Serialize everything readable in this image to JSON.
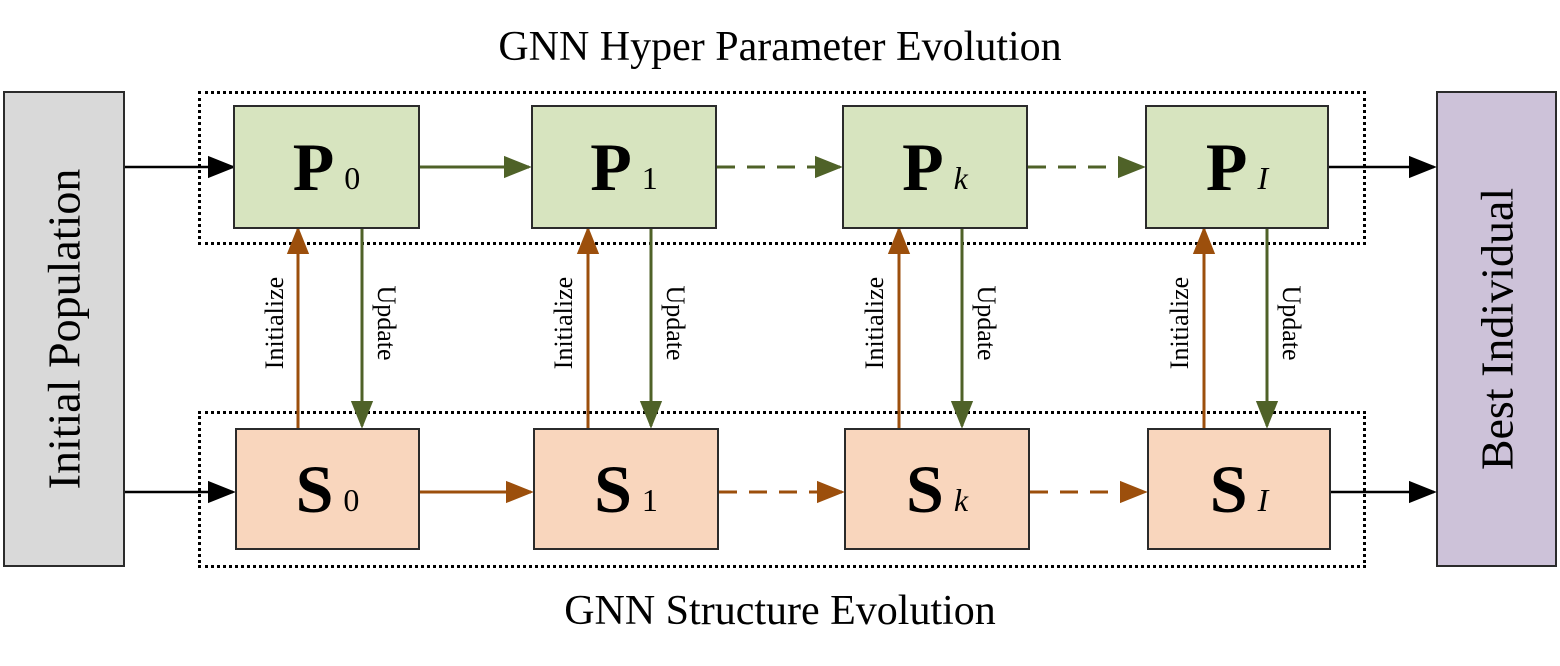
{
  "top_title": "GNN Hyper Parameter Evolution",
  "bottom_title": "GNN Structure Evolution",
  "left_box": {
    "label": "Initial Population",
    "color": "#d9d9d9"
  },
  "right_box": {
    "label": "Best Individual",
    "color": "#cdc2d9"
  },
  "param_nodes": [
    {
      "symbol": "P",
      "subscript": "0"
    },
    {
      "symbol": "P",
      "subscript": "1"
    },
    {
      "symbol": "P",
      "subscript": "k"
    },
    {
      "symbol": "P",
      "subscript": "I"
    }
  ],
  "struct_nodes": [
    {
      "symbol": "S",
      "subscript": "0"
    },
    {
      "symbol": "S",
      "subscript": "1"
    },
    {
      "symbol": "S",
      "subscript": "k"
    },
    {
      "symbol": "S",
      "subscript": "I"
    }
  ],
  "edge_labels": {
    "up": "Initialize",
    "down": "Update"
  },
  "colors": {
    "param_fill": "#d7e4bf",
    "struct_fill": "#f9d6bd",
    "green_arrow": "#4f6228",
    "orange_arrow": "#9c4f0c"
  }
}
